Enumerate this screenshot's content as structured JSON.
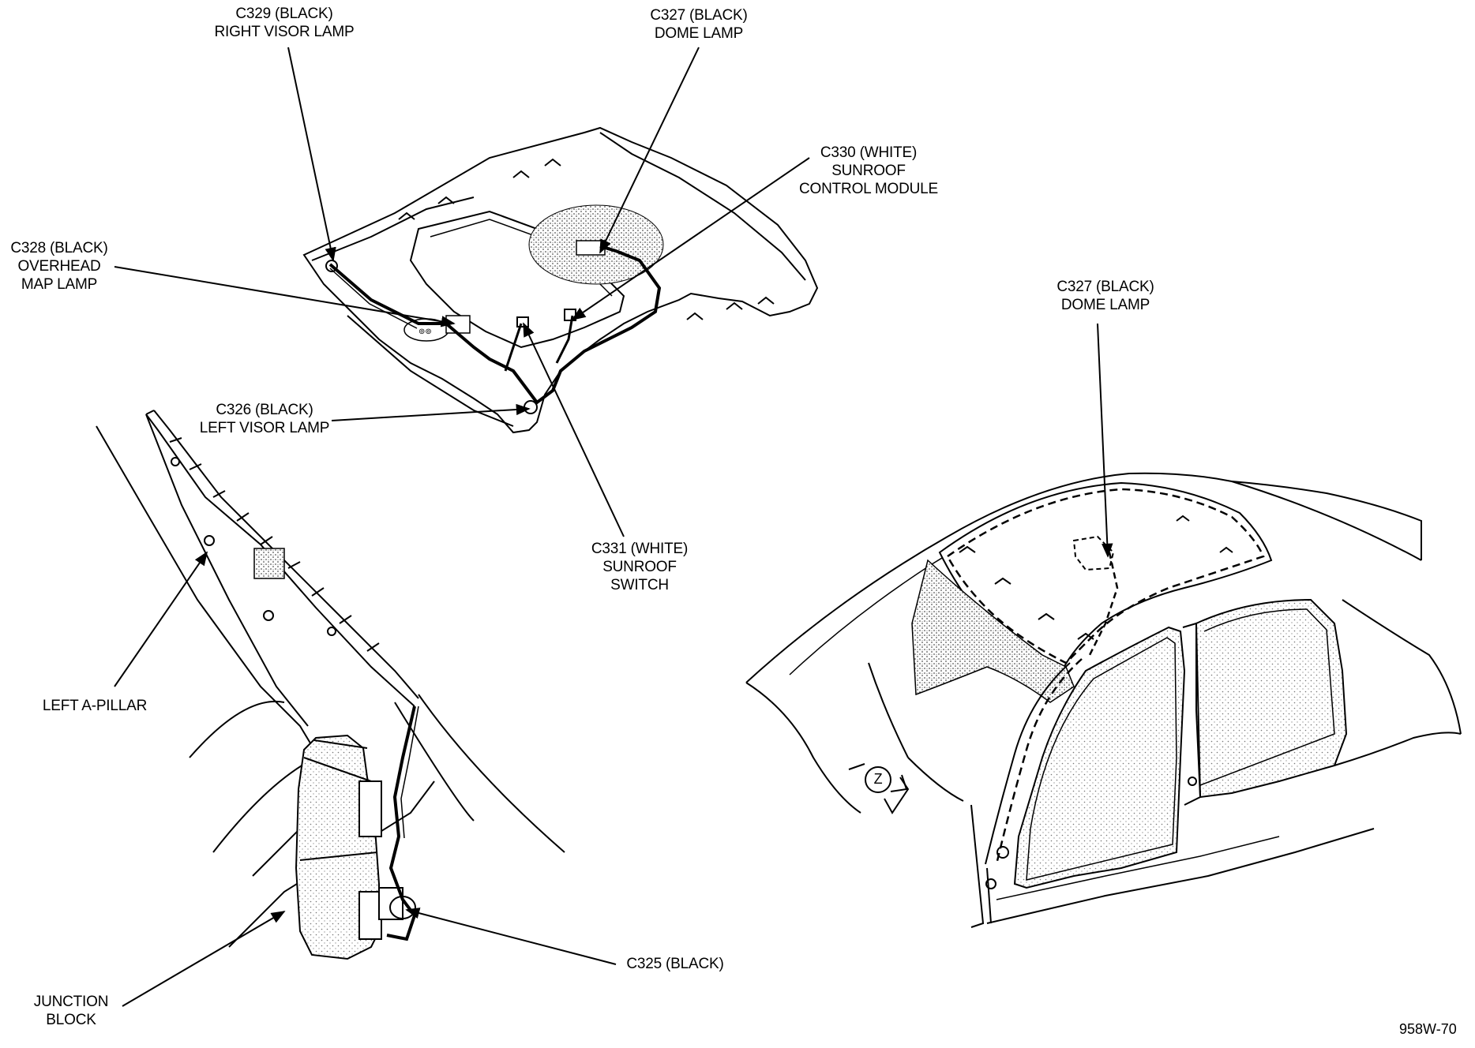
{
  "labels": {
    "c329": [
      "C329 (BLACK)",
      "RIGHT VISOR LAMP"
    ],
    "c327_top": [
      "C327 (BLACK)",
      "DOME LAMP"
    ],
    "c330": [
      "C330 (WHITE)",
      "SUNROOF",
      "CONTROL MODULE"
    ],
    "c328": [
      "C328 (BLACK)",
      "OVERHEAD",
      "MAP LAMP"
    ],
    "c326": [
      "C326 (BLACK)",
      "LEFT VISOR LAMP"
    ],
    "c331": [
      "C331 (WHITE)",
      "SUNROOF",
      "SWITCH"
    ],
    "c327_right": [
      "C327 (BLACK)",
      "DOME LAMP"
    ],
    "left_a_pillar": [
      "LEFT A-PILLAR"
    ],
    "junction_block": [
      "JUNCTION",
      "BLOCK"
    ],
    "c325": [
      "C325 (BLACK)"
    ],
    "view_marker": "Z"
  },
  "figure_code": "958W-70"
}
